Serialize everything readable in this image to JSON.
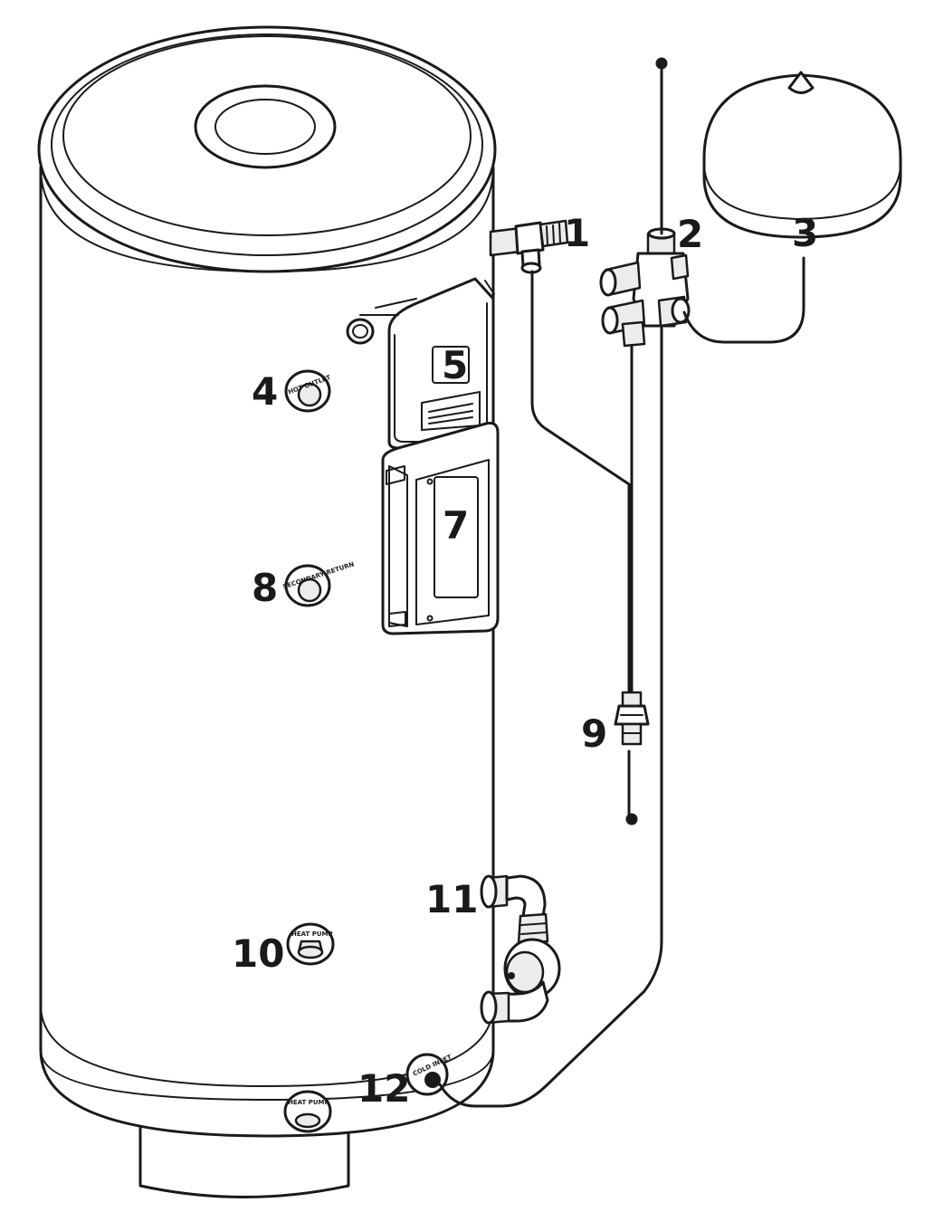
{
  "callouts": [
    {
      "id": "1",
      "label": "1"
    },
    {
      "id": "2",
      "label": "2"
    },
    {
      "id": "3",
      "label": "3"
    },
    {
      "id": "4",
      "label": "4"
    },
    {
      "id": "5",
      "label": "5"
    },
    {
      "id": "7",
      "label": "7"
    },
    {
      "id": "8",
      "label": "8"
    },
    {
      "id": "9",
      "label": "9"
    },
    {
      "id": "10",
      "label": "10"
    },
    {
      "id": "11",
      "label": "11"
    },
    {
      "id": "12",
      "label": "12"
    }
  ],
  "port_labels": {
    "hot_outlet": "HOT OUTLET",
    "secondary_return": "SECONDARY RETURN",
    "heat_pump_upper": "HEAT PUMP",
    "heat_pump_lower": "HEAT PUMP",
    "cold_inlet": "COLD INLET"
  }
}
